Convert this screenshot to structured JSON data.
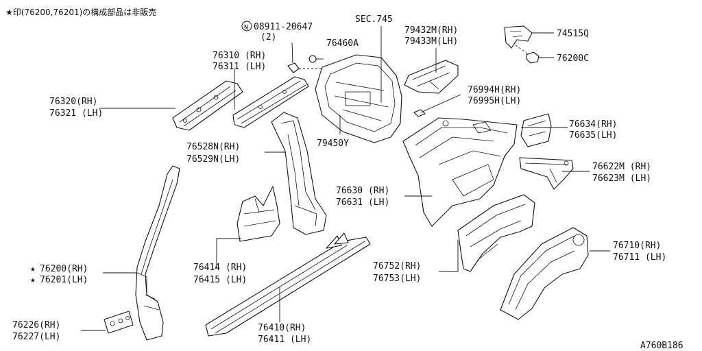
{
  "note": "★印(76200,76201)の構成部品は非販売",
  "diagram_id": "A760B186",
  "parts": {
    "p08911": {
      "line1": "08911-20647",
      "line2": "(2)",
      "circle_mark": "N"
    },
    "sec745": "SEC.745",
    "p79432": {
      "line1": "79432M(RH)",
      "line2": "79433M(LH)"
    },
    "p74515": "74515Q",
    "p76200c": "76200C",
    "p76460": "76460A",
    "p76310": {
      "line1": "76310 (RH)",
      "line2": "76311 (LH)"
    },
    "p76320": {
      "line1": "76320(RH)",
      "line2": "76321 (LH)"
    },
    "p76994": {
      "line1": "76994H(RH)",
      "line2": "76995H(LH)"
    },
    "p76634": {
      "line1": "76634(RH)",
      "line2": "76635(LH)"
    },
    "p79450": "79450Y",
    "p76528": {
      "line1": "76528N(RH)",
      "line2": "76529N(LH)"
    },
    "p76622": {
      "line1": "76622M (RH)",
      "line2": "76623M (LH)"
    },
    "p76630": {
      "line1": "76630 (RH)",
      "line2": "76631 (LH)"
    },
    "p76414": {
      "line1": "76414 (RH)",
      "line2": "76415 (LH)"
    },
    "p76200": {
      "star": "★",
      "line1": "76200(RH)",
      "line2": "76201(LH)"
    },
    "p76752": {
      "line1": "76752(RH)",
      "line2": "76753(LH)"
    },
    "p76710": {
      "line1": "76710(RH)",
      "line2": "76711 (LH)"
    },
    "p76226": {
      "line1": "76226(RH)",
      "line2": "76227(LH)"
    },
    "p76410": {
      "line1": "76410(RH)",
      "line2": "76411 (LH)"
    }
  }
}
